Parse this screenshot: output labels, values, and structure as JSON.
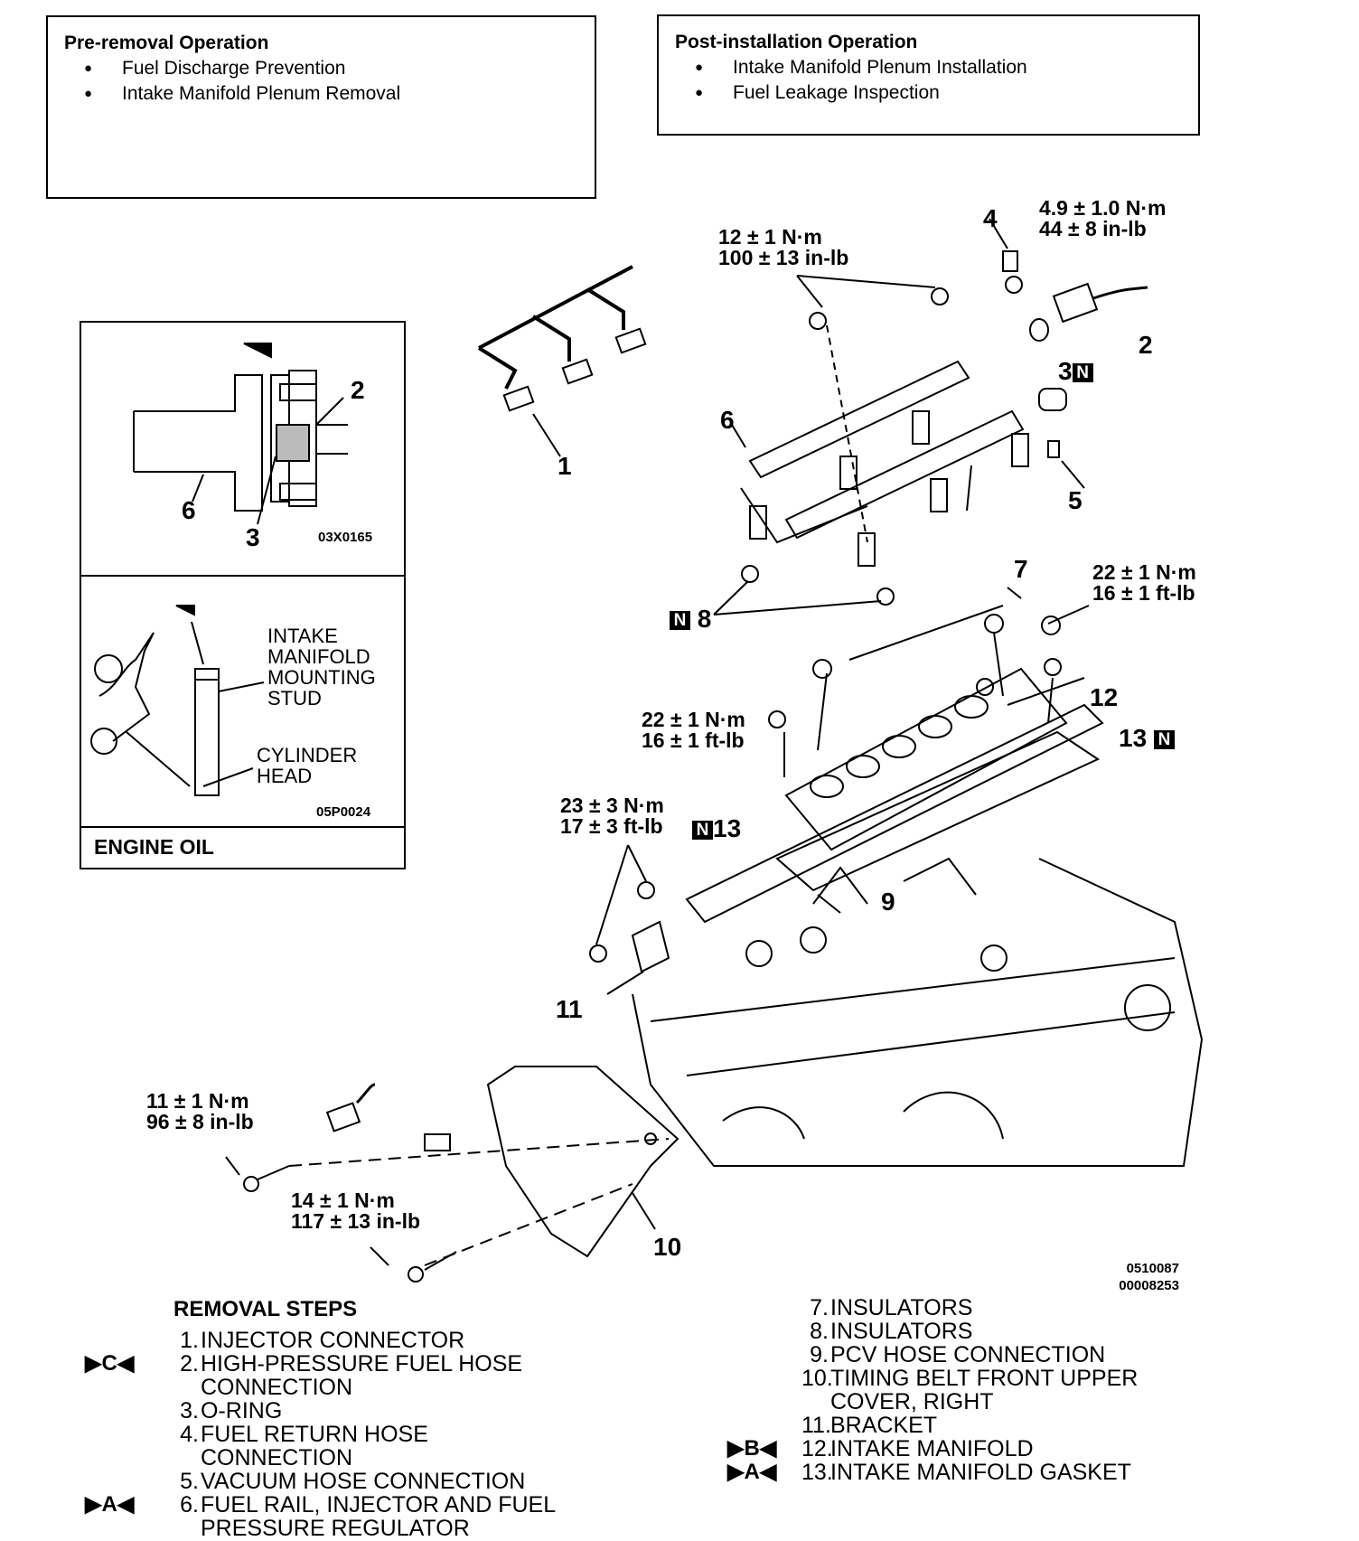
{
  "pre_removal": {
    "title": "Pre-removal Operation",
    "items": [
      "Fuel Discharge Prevention",
      "Intake Manifold Plenum Removal"
    ]
  },
  "post_installation": {
    "title": "Post-installation Operation",
    "items": [
      "Intake Manifold Plenum Installation",
      "Fuel Leakage Inspection"
    ]
  },
  "inset": {
    "upper_code": "03X0165",
    "upper_labels": {
      "n2": "2",
      "n6": "6",
      "n3": "3"
    },
    "lower_code": "05P0024",
    "stud_label": [
      "INTAKE",
      "MANIFOLD",
      "MOUNTING",
      "STUD"
    ],
    "head_label": [
      "CYLINDER",
      "HEAD"
    ],
    "footer": "ENGINE OIL"
  },
  "torques": {
    "t1": [
      "4.9 ± 1.0 N·m",
      "44 ± 8 in-lb"
    ],
    "t2": [
      "12 ± 1 N·m",
      "100 ± 13 in-lb"
    ],
    "t3": [
      "22 ± 1 N·m",
      "16 ± 1 ft-lb"
    ],
    "t4": [
      "22 ± 1 N·m",
      "16 ± 1 ft-lb"
    ],
    "t5": [
      "23 ± 3 N·m",
      "17 ± 3 ft-lb"
    ],
    "t6": [
      "11 ± 1 N·m",
      "96 ± 8 in-lb"
    ],
    "t7": [
      "14 ± 1 N·m",
      "117 ± 13 in-lb"
    ]
  },
  "callouts": {
    "c1": "1",
    "c2": "2",
    "c3": "3",
    "c4": "4",
    "c5": "5",
    "c6": "6",
    "c7": "7",
    "c8": "8",
    "c9": "9",
    "c10": "10",
    "c11": "11",
    "c12": "12",
    "c13a": "13",
    "c13b": "13",
    "n_badge": "N"
  },
  "figure_codes": [
    "0510087",
    "00008253"
  ],
  "removal": {
    "title": "REMOVAL STEPS",
    "left": [
      {
        "n": "1.",
        "text": "INJECTOR CONNECTOR",
        "mark": ""
      },
      {
        "n": "2.",
        "text": "HIGH-PRESSURE FUEL HOSE",
        "mark": "C"
      },
      {
        "n": "",
        "text": "CONNECTION",
        "mark": ""
      },
      {
        "n": "3.",
        "text": "O-RING",
        "mark": ""
      },
      {
        "n": "4.",
        "text": "FUEL RETURN HOSE",
        "mark": ""
      },
      {
        "n": "",
        "text": "CONNECTION",
        "mark": ""
      },
      {
        "n": "5.",
        "text": "VACUUM HOSE CONNECTION",
        "mark": ""
      },
      {
        "n": "6.",
        "text": "FUEL RAIL, INJECTOR AND FUEL",
        "mark": "A"
      },
      {
        "n": "",
        "text": "PRESSURE REGULATOR",
        "mark": ""
      }
    ],
    "right": [
      {
        "n": "7.",
        "text": "INSULATORS",
        "mark": ""
      },
      {
        "n": "8.",
        "text": "INSULATORS",
        "mark": ""
      },
      {
        "n": "9.",
        "text": "PCV HOSE CONNECTION",
        "mark": ""
      },
      {
        "n": "10.",
        "text": "TIMING BELT FRONT UPPER",
        "mark": ""
      },
      {
        "n": "",
        "text": "COVER, RIGHT",
        "mark": ""
      },
      {
        "n": "11.",
        "text": "BRACKET",
        "mark": ""
      },
      {
        "n": "12.",
        "text": "INTAKE MANIFOLD",
        "mark": "B"
      },
      {
        "n": "13.",
        "text": "INTAKE MANIFOLD GASKET",
        "mark": "A"
      }
    ]
  }
}
